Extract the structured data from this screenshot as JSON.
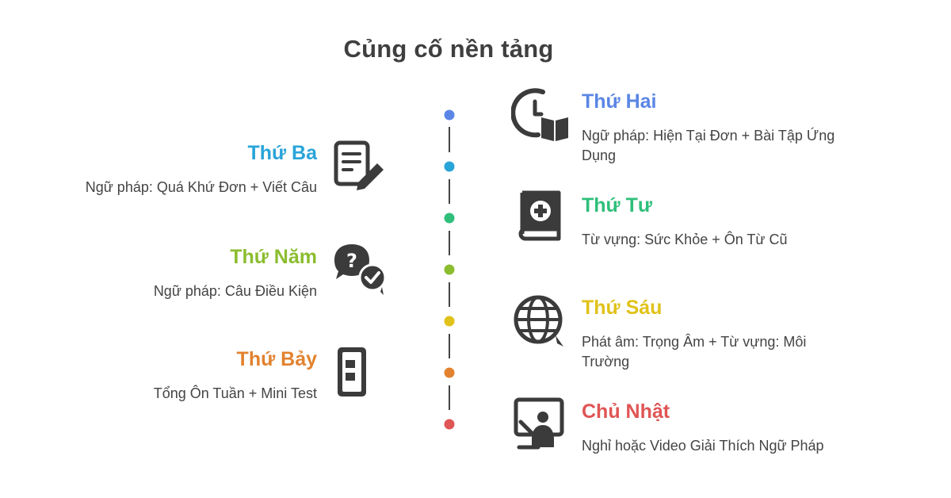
{
  "title": "Củng cố nền tảng",
  "colors": {
    "blue": "#5b86e5",
    "cyan": "#29a4d9",
    "green": "#2fbf7a",
    "lime": "#8bbd2f",
    "yellow": "#e0c21a",
    "orange": "#e2822f",
    "red": "#e05555",
    "icon": "#3b3b3b",
    "line": "#444444"
  },
  "entries": [
    {
      "day": "Thứ Hai",
      "desc": "Ngữ pháp: Hiện Tại Đơn + Bài Tập Ứng Dụng",
      "icon": "clock-book-icon",
      "color": "#5b86e5"
    },
    {
      "day": "Thứ Ba",
      "desc": "Ngữ pháp: Quá Khứ Đơn + Viết Câu",
      "icon": "document-pencil-icon",
      "color": "#29a4d9"
    },
    {
      "day": "Thứ Tư",
      "desc": "Từ vựng: Sức Khỏe + Ôn Từ Cũ",
      "icon": "medical-book-icon",
      "color": "#2fbf7a"
    },
    {
      "day": "Thứ Năm",
      "desc": "Ngữ pháp: Câu Điều Kiện",
      "icon": "question-check-chat-icon",
      "color": "#8bbd2f"
    },
    {
      "day": "Thứ Sáu",
      "desc": "Phát âm: Trọng Âm + Từ vựng: Môi Trường",
      "icon": "globe-icon",
      "color": "#e0c21a"
    },
    {
      "day": "Thứ Bảy",
      "desc": "Tổng Ôn Tuần + Mini Test",
      "icon": "mobile-test-icon",
      "color": "#e2822f"
    },
    {
      "day": "Chủ Nhật",
      "desc": "Nghỉ hoặc Video Giải Thích Ngữ Pháp",
      "icon": "video-lesson-icon",
      "color": "#e05555"
    }
  ]
}
